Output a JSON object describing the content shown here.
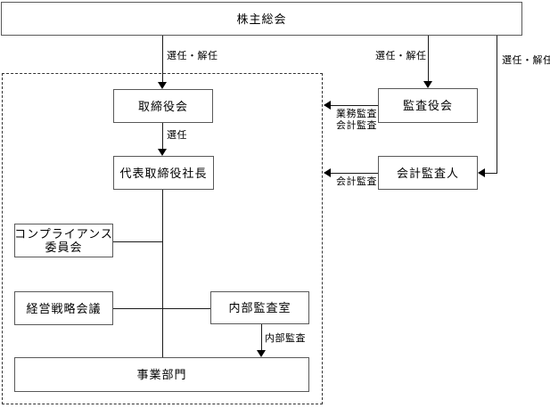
{
  "boxes": {
    "shareholders_meeting": {
      "label": "株主総会"
    },
    "board_of_directors": {
      "label": "取締役会"
    },
    "audit_and_supervisory_board": {
      "label": "監査役会"
    },
    "president": {
      "label": "代表取締役社長"
    },
    "accounting_auditor": {
      "label": "会計監査人"
    },
    "compliance_committee": {
      "line1": "コンプライアンス",
      "line2": "委員会"
    },
    "management_strategy_council": {
      "label": "経営戦略会議"
    },
    "internal_audit_office": {
      "label": "内部監査室"
    },
    "business_divisions": {
      "label": "事業部門"
    }
  },
  "edge_labels": {
    "elect_dismiss_board": "選任・解任",
    "elect_dismiss_audit_board": "選任・解任",
    "elect_dismiss_accounting_auditor": "選任・解任",
    "elect_president": "選任",
    "operational_audit": "業務監査",
    "accounting_audit_by_audit_board": "会計監査",
    "accounting_audit_by_accounting_auditor": "会計監査",
    "internal_audit": "内部監査"
  },
  "colors": {
    "background": "#ffffff",
    "box_border": "#595959",
    "line": "#1a1a1a",
    "text": "#000000"
  }
}
